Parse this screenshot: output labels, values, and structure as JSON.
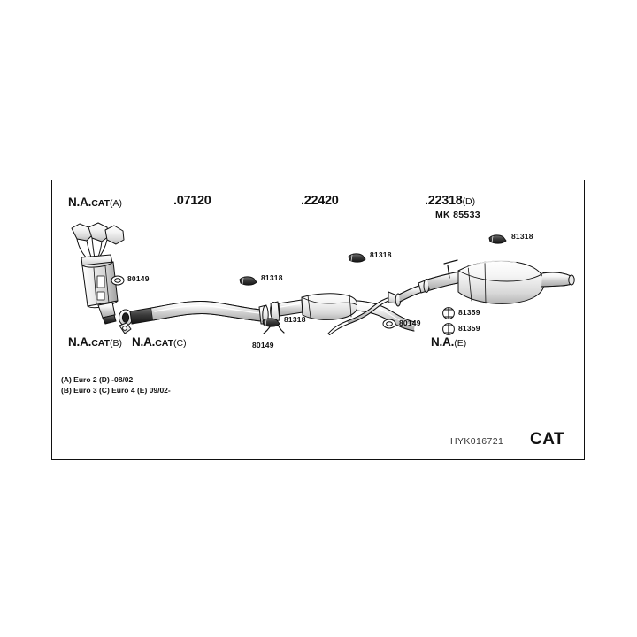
{
  "document": {
    "code": "HYK016721",
    "mark": "CAT"
  },
  "header": {
    "items": [
      {
        "na": "N.A.",
        "cat": "CAT",
        "paren": "(A)",
        "number": "",
        "sub": ""
      },
      {
        "na": "",
        "cat": "",
        "paren": "",
        "number": ".07120",
        "sub": ""
      },
      {
        "na": "",
        "cat": "",
        "paren": "",
        "number": ".22420",
        "sub": ""
      },
      {
        "na": "",
        "cat": "",
        "paren": "(D)",
        "number": ".22318",
        "sub": "MK 85533"
      }
    ],
    "cat_a_na": "N.A.",
    "cat_a_cat": "CAT",
    "cat_a_paren": "(A)",
    "num_07120": ".07120",
    "num_22420": ".22420",
    "num_22318": ".22318",
    "num_22318_paren": "(D)",
    "num_22318_sub": "MK 85533"
  },
  "footer": {
    "cat_b_na": "N.A.",
    "cat_b_cat": "CAT",
    "cat_b_paren": "(B)",
    "cat_c_na": "N.A.",
    "cat_c_cat": "CAT",
    "cat_c_paren": "(C)",
    "na_e": "N.A.",
    "na_e_paren": "(E)"
  },
  "notes": {
    "line1": "(A) Euro 2 (D) -08/02",
    "line2": "(B) Euro 3 (C) Euro 4 (E) 09/02-"
  },
  "callouts": [
    {
      "id": "gasket-80149-front",
      "label": "80149",
      "icon": "gasket-ring-icon"
    },
    {
      "id": "clamp-81318-mid-top",
      "label": "81318",
      "icon": "clamp-icon"
    },
    {
      "id": "clamp-81318-mid-low",
      "label": "81318",
      "icon": "clamp-icon"
    },
    {
      "id": "gasket-80149-mid",
      "label": "80149",
      "icon": "gasket-ring-icon"
    },
    {
      "id": "clamp-81318-rear",
      "label": "81318",
      "icon": "clamp-icon"
    },
    {
      "id": "gasket-80149-rear",
      "label": "80149",
      "icon": "gasket-ring-icon"
    },
    {
      "id": "clamp-81318-muffler",
      "label": "81318",
      "icon": "clamp-icon"
    },
    {
      "id": "hanger-81359-upper",
      "label": "81359",
      "icon": "hanger-mount-icon"
    },
    {
      "id": "hanger-81359-lower",
      "label": "81359",
      "icon": "hanger-mount-icon"
    }
  ],
  "colors": {
    "line": "#111111",
    "fill_light": "#f2f2f2",
    "fill_mid": "#cfcfcf",
    "fill_dark": "#4a4a4a",
    "background": "#ffffff"
  }
}
